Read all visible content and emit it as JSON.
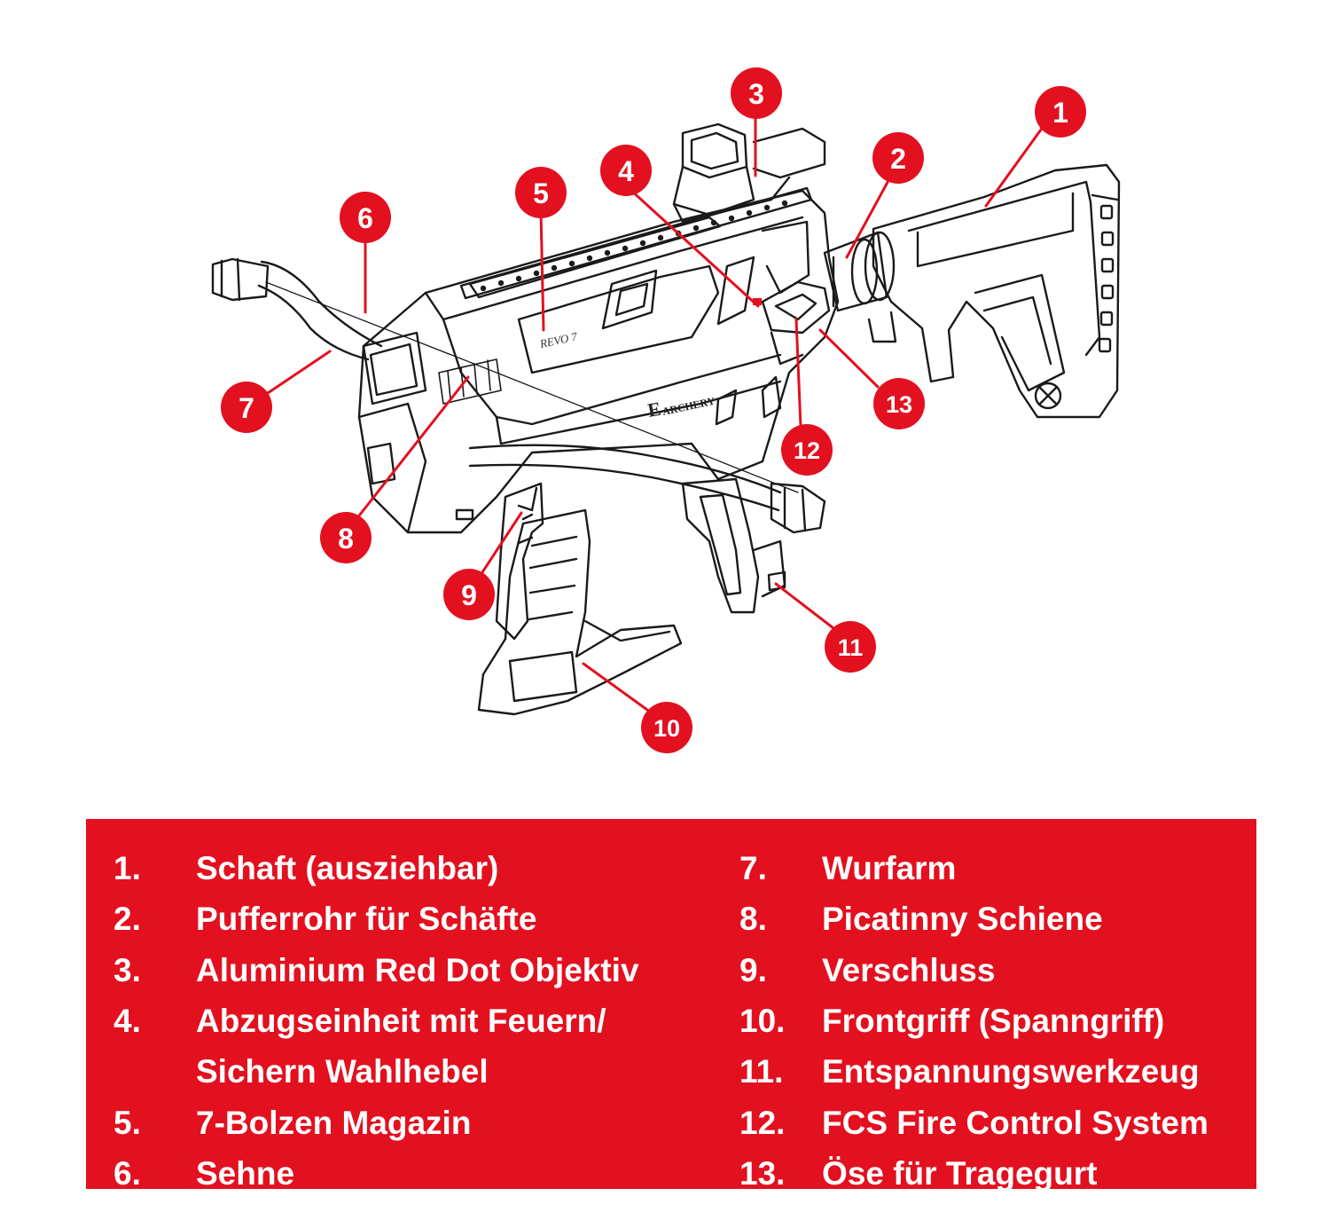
{
  "colors": {
    "accent_red": "#e3101f",
    "legend_bg": "#e3101f",
    "line_art": "#1a1a1a",
    "text_white": "#ffffff"
  },
  "illustration": {
    "model_marking": "REVO 7",
    "brand_marking_letter": "E",
    "brand_marking_word": "ARCHERY"
  },
  "callouts": [
    "1",
    "2",
    "3",
    "4",
    "5",
    "6",
    "7",
    "8",
    "9",
    "10",
    "11",
    "12",
    "13"
  ],
  "legend": {
    "left_column": [
      {
        "num": "1.",
        "text": "Schaft (ausziehbar)"
      },
      {
        "num": "2.",
        "text": "Pufferrohr für Schäfte"
      },
      {
        "num": "3.",
        "text": "Aluminium Red Dot Objektiv"
      },
      {
        "num": "4.",
        "text": "Abzugseinheit mit Feuern/"
      },
      {
        "num": "",
        "text": "Sichern Wahlhebel"
      },
      {
        "num": "5.",
        "text": "7-Bolzen Magazin"
      },
      {
        "num": "6.",
        "text": "Sehne"
      }
    ],
    "right_column": [
      {
        "num": "7.",
        "text": "Wurfarm"
      },
      {
        "num": "8.",
        "text": "Picatinny Schiene"
      },
      {
        "num": "9.",
        "text": "Verschluss"
      },
      {
        "num": "10.",
        "text": "Frontgriff (Spanngriff)"
      },
      {
        "num": "11.",
        "text": "Entspannungswerkzeug"
      },
      {
        "num": "12.",
        "text": "FCS Fire Control System"
      },
      {
        "num": "13.",
        "text": "Öse für Tragegurt"
      }
    ]
  }
}
